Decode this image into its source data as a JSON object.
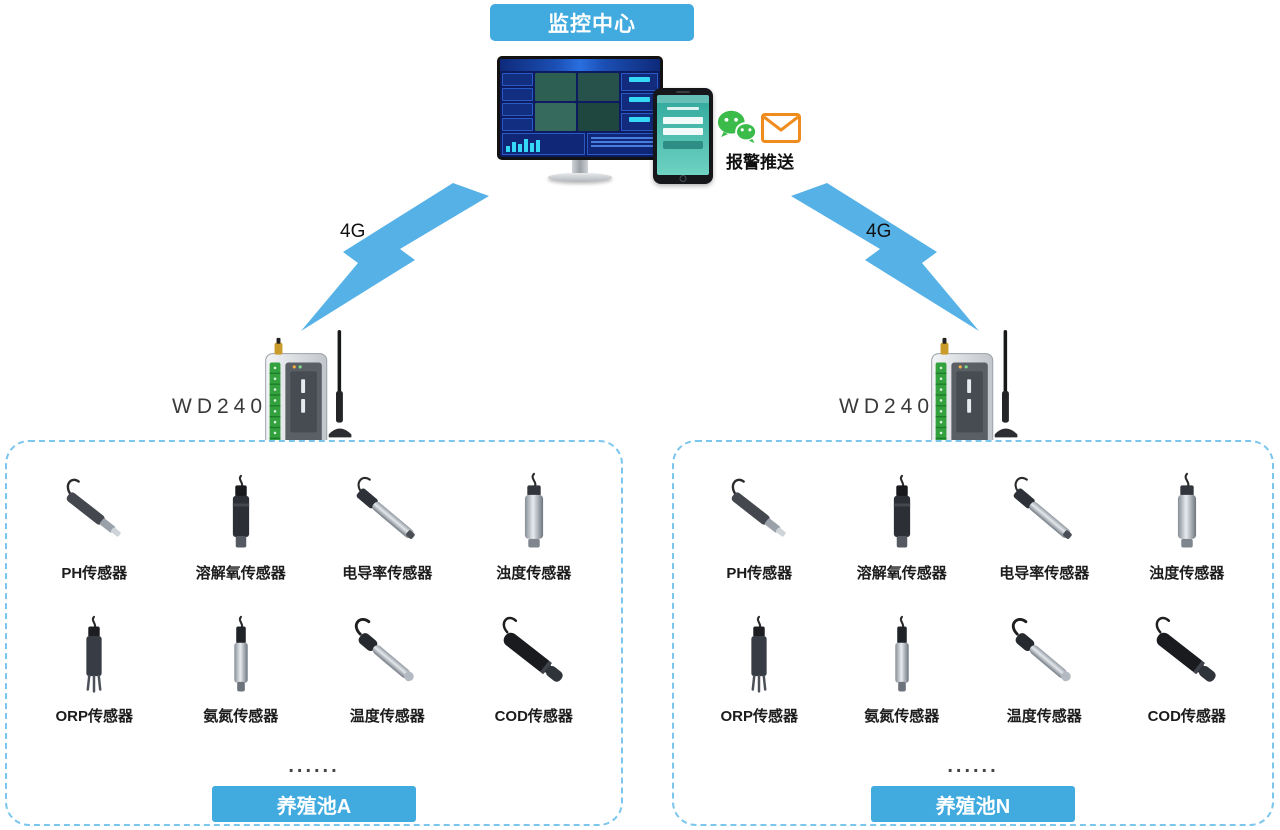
{
  "colors": {
    "accent": "#41aadf",
    "bolt": "#55b1e6",
    "dashed_border": "#7cc6ee",
    "wechat_green": "#3bbb49",
    "mail_orange": "#f08c1e"
  },
  "monitoring_center": {
    "label": "监控中心",
    "alarm_push_label": "报警推送"
  },
  "icons": {
    "wechat": "wechat-icon",
    "email": "email-icon",
    "lightning": "lightning-bolt-icon",
    "monitor": "monitor-dashboard",
    "phone": "smartphone"
  },
  "links": {
    "left_label": "4G",
    "right_label": "4G"
  },
  "gateways": {
    "left_label": "WD240",
    "right_label": "WD240"
  },
  "pools": {
    "left": {
      "name": "养殖池A",
      "ellipsis": "......",
      "sensors": [
        {
          "label": "PH传感器",
          "icon": "ph-sensor-icon"
        },
        {
          "label": "溶解氧传感器",
          "icon": "dissolved-oxygen-sensor-icon"
        },
        {
          "label": "电导率传感器",
          "icon": "conductivity-sensor-icon"
        },
        {
          "label": "浊度传感器",
          "icon": "turbidity-sensor-icon"
        },
        {
          "label": "ORP传感器",
          "icon": "orp-sensor-icon"
        },
        {
          "label": "氨氮传感器",
          "icon": "ammonia-nitrogen-sensor-icon"
        },
        {
          "label": "温度传感器",
          "icon": "temperature-sensor-icon"
        },
        {
          "label": "COD传感器",
          "icon": "cod-sensor-icon"
        }
      ]
    },
    "right": {
      "name": "养殖池N",
      "ellipsis": "......",
      "sensors": [
        {
          "label": "PH传感器",
          "icon": "ph-sensor-icon"
        },
        {
          "label": "溶解氧传感器",
          "icon": "dissolved-oxygen-sensor-icon"
        },
        {
          "label": "电导率传感器",
          "icon": "conductivity-sensor-icon"
        },
        {
          "label": "浊度传感器",
          "icon": "turbidity-sensor-icon"
        },
        {
          "label": "ORP传感器",
          "icon": "orp-sensor-icon"
        },
        {
          "label": "氨氮传感器",
          "icon": "ammonia-nitrogen-sensor-icon"
        },
        {
          "label": "温度传感器",
          "icon": "temperature-sensor-icon"
        },
        {
          "label": "COD传感器",
          "icon": "cod-sensor-icon"
        }
      ]
    }
  }
}
